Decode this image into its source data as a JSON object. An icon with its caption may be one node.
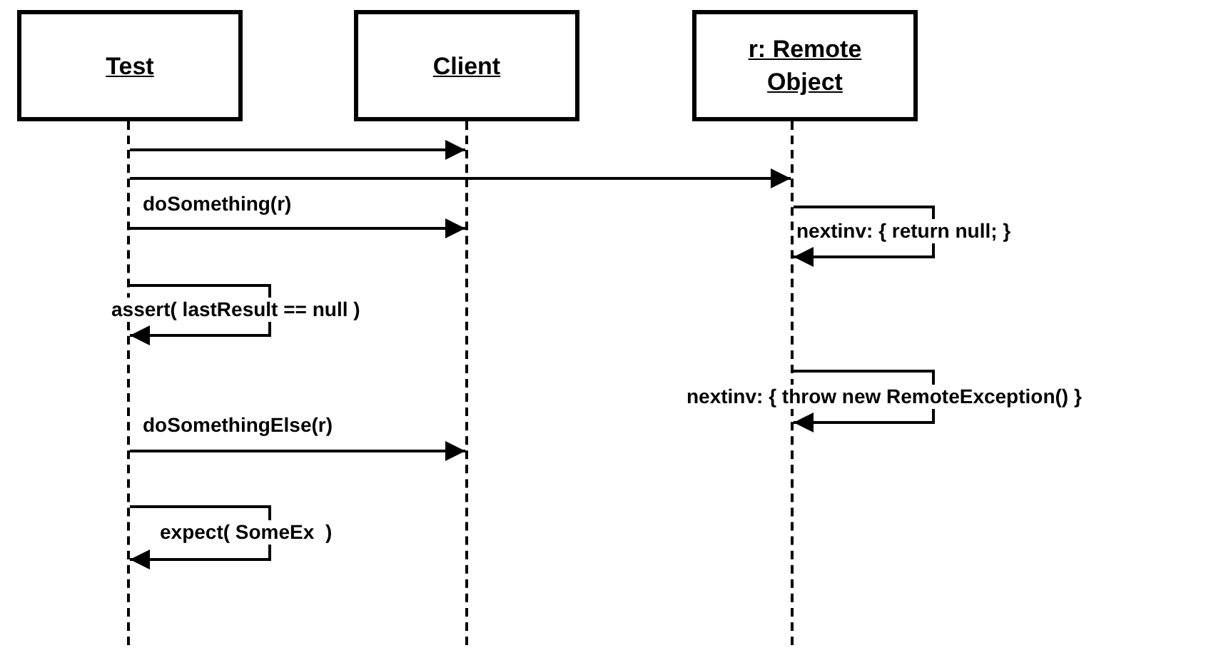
{
  "diagram": {
    "nodes": [
      {
        "text": [
          "Test"
        ]
      },
      {
        "text": [
          "Client"
        ]
      },
      {
        "text": [
          "r: Remote Object"
        ]
      },
      {
        "text": [],
        "shape": "line"
      },
      {
        "text": [],
        "shape": "line"
      },
      {
        "text": [],
        "shape": "line"
      }
    ],
    "edges": [
      {
        "from": 3,
        "to": 4,
        "arrow": "to"
      },
      {
        "from": 3,
        "to": 5,
        "arrow": "to"
      },
      {
        "from": 3,
        "to": 4,
        "arrow": "to",
        "label": "doSomething(r)"
      },
      {
        "from": 5,
        "to": 5,
        "arrow": "to",
        "label": "nextinv: { return null; }"
      },
      {
        "from": 3,
        "to": 3,
        "arrow": "to",
        "label": "assert( lastResult == null )"
      },
      {
        "from": 5,
        "to": 5,
        "arrow": "to",
        "label": "nextinv: { throw new RemoteException() }"
      },
      {
        "from": 3,
        "to": 4,
        "arrow": "to",
        "label": "doSomethingElse(r)"
      },
      {
        "from": 3,
        "to": 3,
        "arrow": "to",
        "label": "expect( SomeEx  )"
      }
    ]
  }
}
